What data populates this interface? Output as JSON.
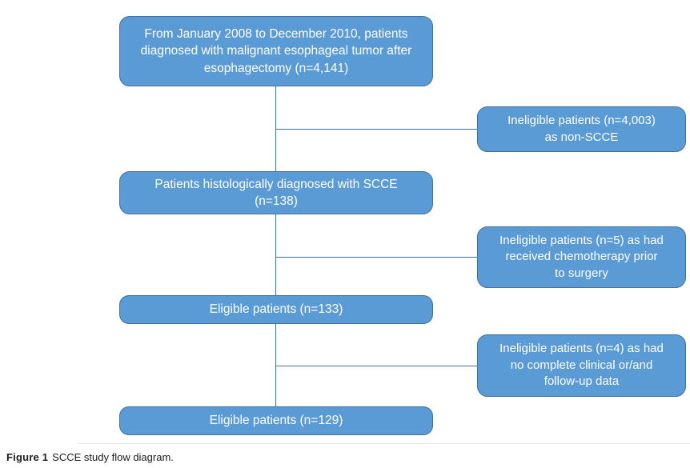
{
  "figure": {
    "caption_label": "Figure 1",
    "caption_text": "SCCE study flow diagram."
  },
  "colors": {
    "box_fill": "#5b9bd5",
    "box_border": "#41719c",
    "connector": "#41719c",
    "box_text": "#ffffff",
    "background": "#ffffff"
  },
  "flowchart": {
    "type": "study-flow-diagram",
    "main_boxes": [
      {
        "id": "population",
        "text": "From January 2008 to December 2010, patients\ndiagnosed with malignant esophageal tumor after\nesophagectomy (n=4,141)",
        "n": 4141
      },
      {
        "id": "diagnosed-scce",
        "text": "Patients histologically diagnosed with SCCE\n(n=138)",
        "n": 138
      },
      {
        "id": "eligible-133",
        "text": "Eligible patients (n=133)",
        "n": 133
      },
      {
        "id": "eligible-129",
        "text": "Eligible patients (n=129)",
        "n": 129
      }
    ],
    "exclusion_boxes": [
      {
        "id": "excluded-non-scce",
        "text": "Ineligible patients (n=4,003)\nas non-SCCE",
        "n": 4003
      },
      {
        "id": "excluded-prior-chemo",
        "text": "Ineligible patients (n=5) as had\nreceived chemotherapy prior\nto surgery",
        "n": 5
      },
      {
        "id": "excluded-incomplete-data",
        "text": "Ineligible patients (n=4) as had\nno complete clinical or/and\nfollow-up data",
        "n": 4
      }
    ]
  }
}
